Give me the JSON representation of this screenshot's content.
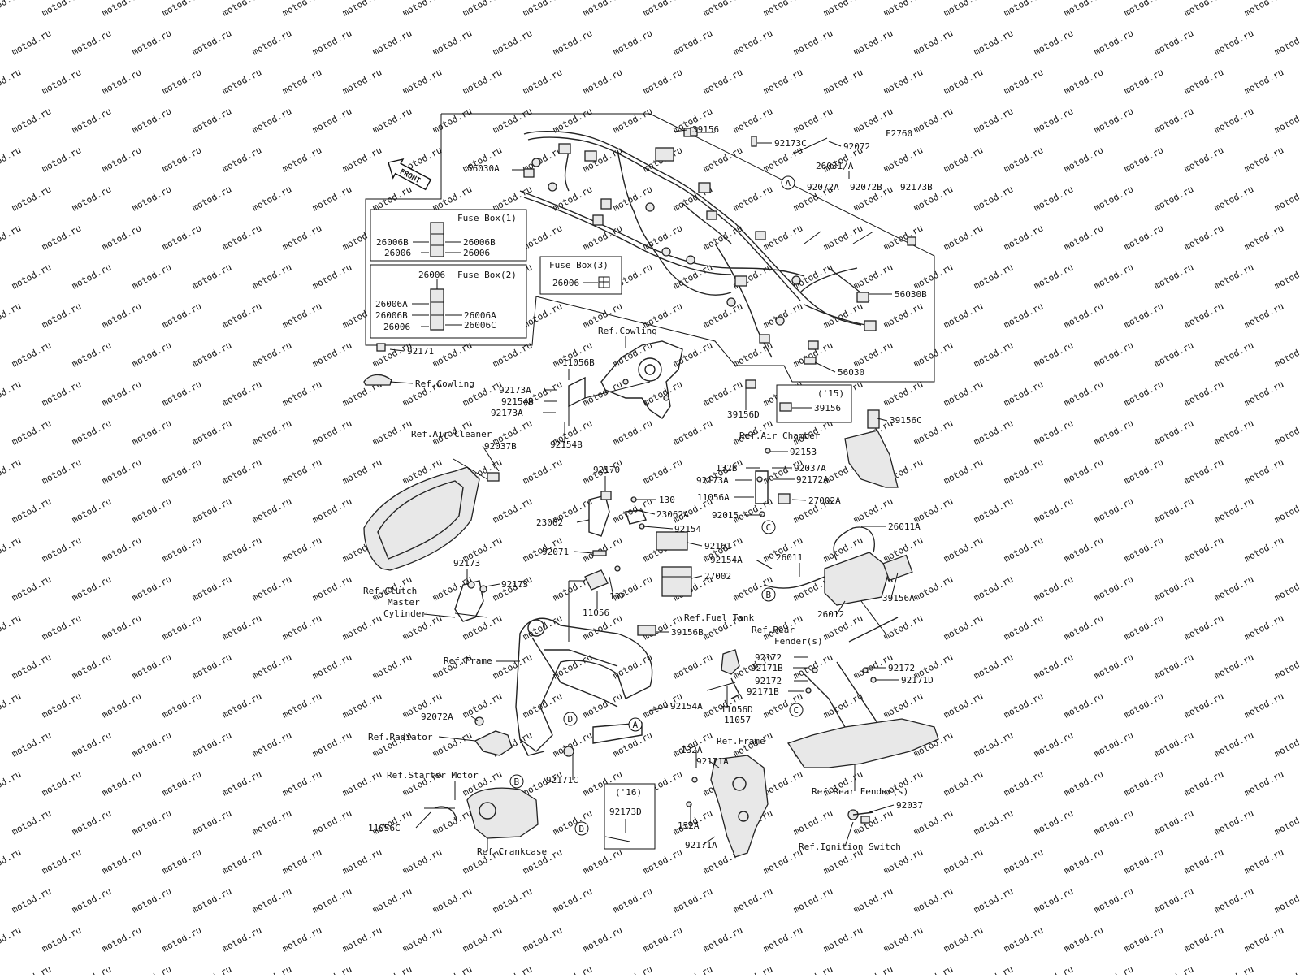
{
  "watermark": "motod.ru",
  "diagram_code": "F2760",
  "front_label": "FRONT",
  "fuse_boxes": [
    {
      "title": "Fuse Box(1)",
      "left_labels": [
        "26006B",
        "26006"
      ],
      "right_labels": [
        "26006B",
        "26006"
      ]
    },
    {
      "title": "Fuse Box(2)",
      "top_label": "26006",
      "left_labels": [
        "26006A",
        "26006B",
        "26006"
      ],
      "right_labels": [
        "26006A",
        "26006C"
      ]
    },
    {
      "title": "Fuse Box(3)",
      "left_labels": [
        "26006"
      ]
    }
  ],
  "year_boxes": [
    {
      "title": "('15)",
      "part": "39156"
    },
    {
      "title": "('16)",
      "part": "92173D"
    }
  ],
  "circle_markers": [
    "A",
    "A",
    "B",
    "B",
    "C",
    "C",
    "D",
    "D"
  ],
  "labels": [
    "39156",
    "92173C",
    "92072",
    "26031/A",
    "56030A",
    "92072A",
    "92072B",
    "92173B",
    "56030B",
    "56030",
    "39156D",
    "39156C",
    "92171",
    "Ref.Cowling",
    "Ref.Cowling",
    "11056B",
    "92173A",
    "92154B",
    "92173A",
    "92154B",
    "Ref.Air Cleaner",
    "92037B",
    "Ref.Air Chamber",
    "92153",
    "132B",
    "92037A",
    "92173A",
    "92172A",
    "11056A",
    "27002A",
    "92015",
    "92170",
    "130",
    "23062A",
    "23062",
    "92154",
    "26011A",
    "92071",
    "92161",
    "92154A",
    "26011",
    "27002",
    "132",
    "11056",
    "39156A",
    "26012",
    "92173",
    "92173",
    "Ref.Clutch",
    "Master",
    "Cylinder",
    "Ref.Fuel Tank",
    "39156B",
    "Ref.Rear",
    "Fender(s)",
    "Ref.Frame",
    "92172",
    "92171B",
    "92172",
    "92171B",
    "92172",
    "92171D",
    "11056D",
    "11057",
    "92154A",
    "92072A",
    "Ref.Radiator",
    "Ref.Frame",
    "132A",
    "92171A",
    "92171C",
    "Ref.Starter Motor",
    "Ref.Rear Fender(s)",
    "11056C",
    "132A",
    "92037",
    "Ref.Crankcase",
    "92171A",
    "Ref.Ignition Switch"
  ]
}
